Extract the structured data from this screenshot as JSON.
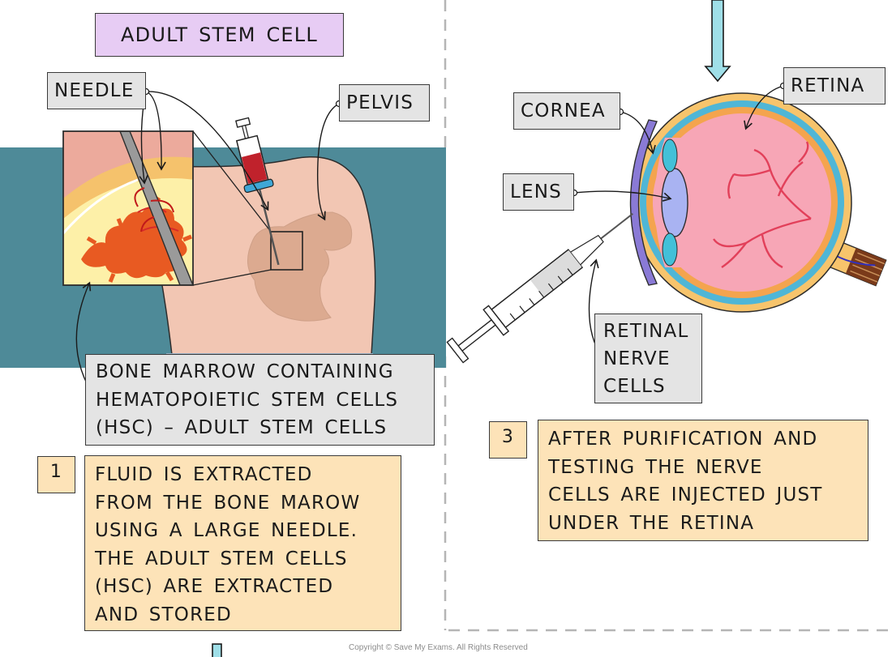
{
  "labels": {
    "title": "ADULT STEM CELL",
    "needle": "NEEDLE",
    "pelvis": "PELVIS",
    "cornea": "CORNEA",
    "retina": "RETINA",
    "lens": "LENS",
    "retinal_nerve_cells": "RETINAL\nNERVE\nCELLS",
    "bone_marrow": "BONE MARROW CONTAINING\nHEMATOPOIETIC STEM CELLS\n(HSC) – ADULT STEM CELLS"
  },
  "steps": [
    {
      "number": "1",
      "text": "FLUID IS EXTRACTED\nFROM THE BONE MAROW\nUSING A LARGE NEEDLE.\nTHE ADULT STEM CELLS\n(HSC) ARE EXTRACTED\nAND STORED"
    },
    {
      "number": "3",
      "text": "AFTER PURIFICATION AND\nTESTING THE NERVE\nCELLS ARE INJECTED JUST\nUNDER THE RETINA"
    }
  ],
  "copyright": "Copyright © Save My Exams. All Rights Reserved",
  "colors": {
    "teal": "#4e8a98",
    "skin": "#f2c6b3",
    "marrow_yellow": "#fdf0a8",
    "marrow_red": "#e85a22",
    "blood": "#c0222c",
    "arrow_cyan": "#9fdfe8",
    "eye_pink": "#f7a6b6",
    "iris_blue": "#a9b3f2"
  }
}
